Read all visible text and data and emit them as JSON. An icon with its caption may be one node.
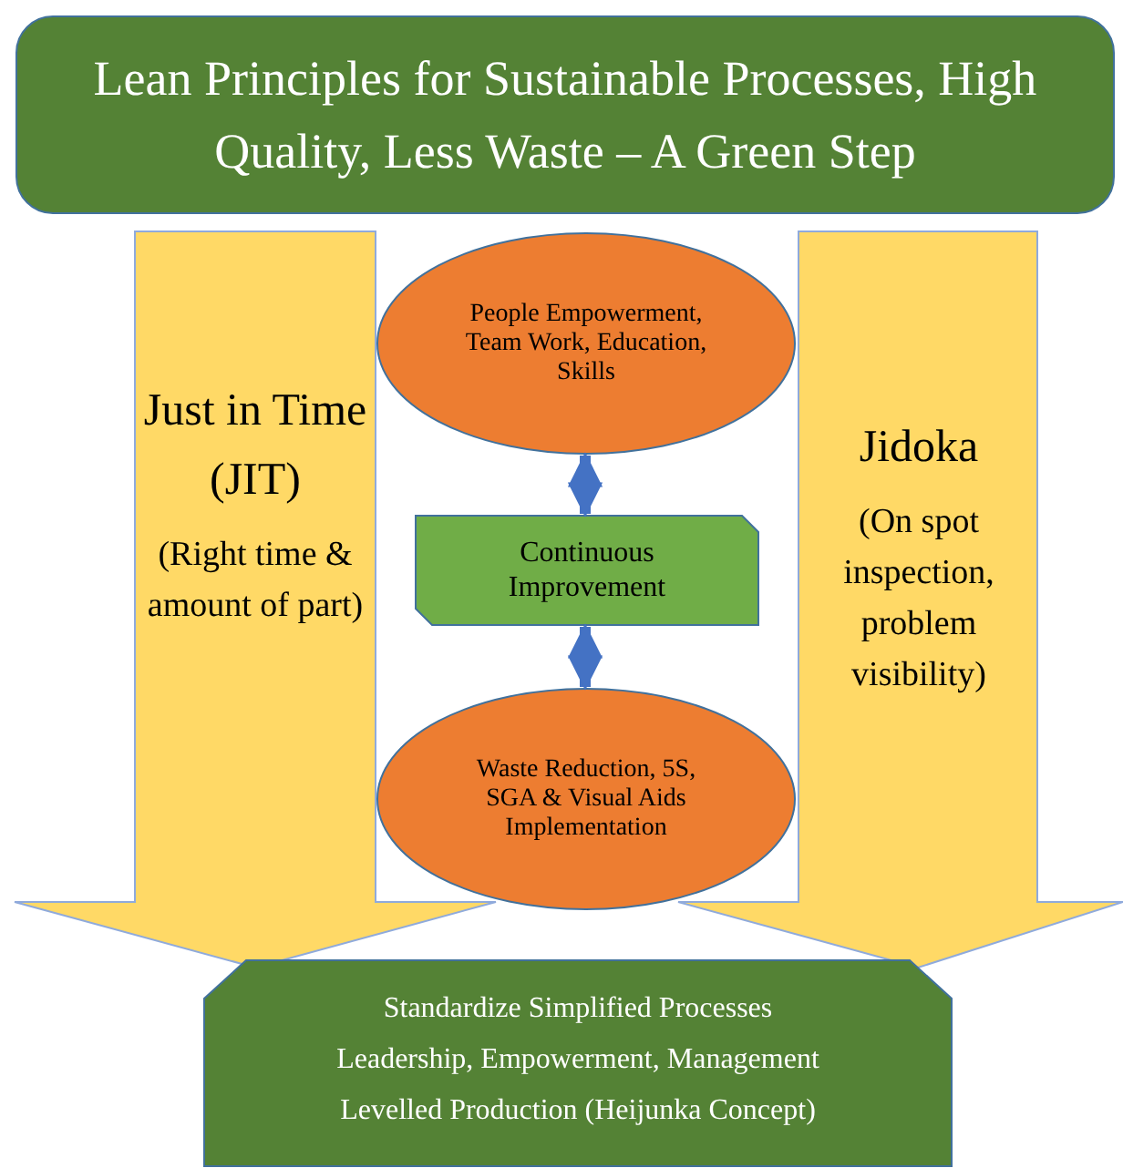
{
  "diagram": {
    "nodes": [
      {
        "text": [
          "Lean Principles for Sustainable Processes, High Quality, Less Waste – A Green Step"
        ]
      },
      {
        "text": [
          "Just in Time (JIT)",
          "(Right time & amount of part)"
        ]
      },
      {
        "text": [
          "Jidoka",
          "(On spot inspection, problem visibility)"
        ]
      },
      {
        "text": [
          "People Empowerment, Team Work, Education, Skills"
        ]
      },
      {
        "text": [
          "Continuous Improvement"
        ]
      },
      {
        "text": [
          "Waste Reduction, 5S, SGA & Visual Aids Implementation"
        ]
      },
      {
        "text": [
          "Standardize Simplified Processes",
          "Leadership, Empowerment, Management",
          "Levelled Production (Heijunka Concept)"
        ]
      }
    ],
    "edges": [
      {
        "from": 3,
        "to": 4,
        "arrow": "both"
      },
      {
        "from": 4,
        "to": 5,
        "arrow": "both"
      }
    ]
  }
}
